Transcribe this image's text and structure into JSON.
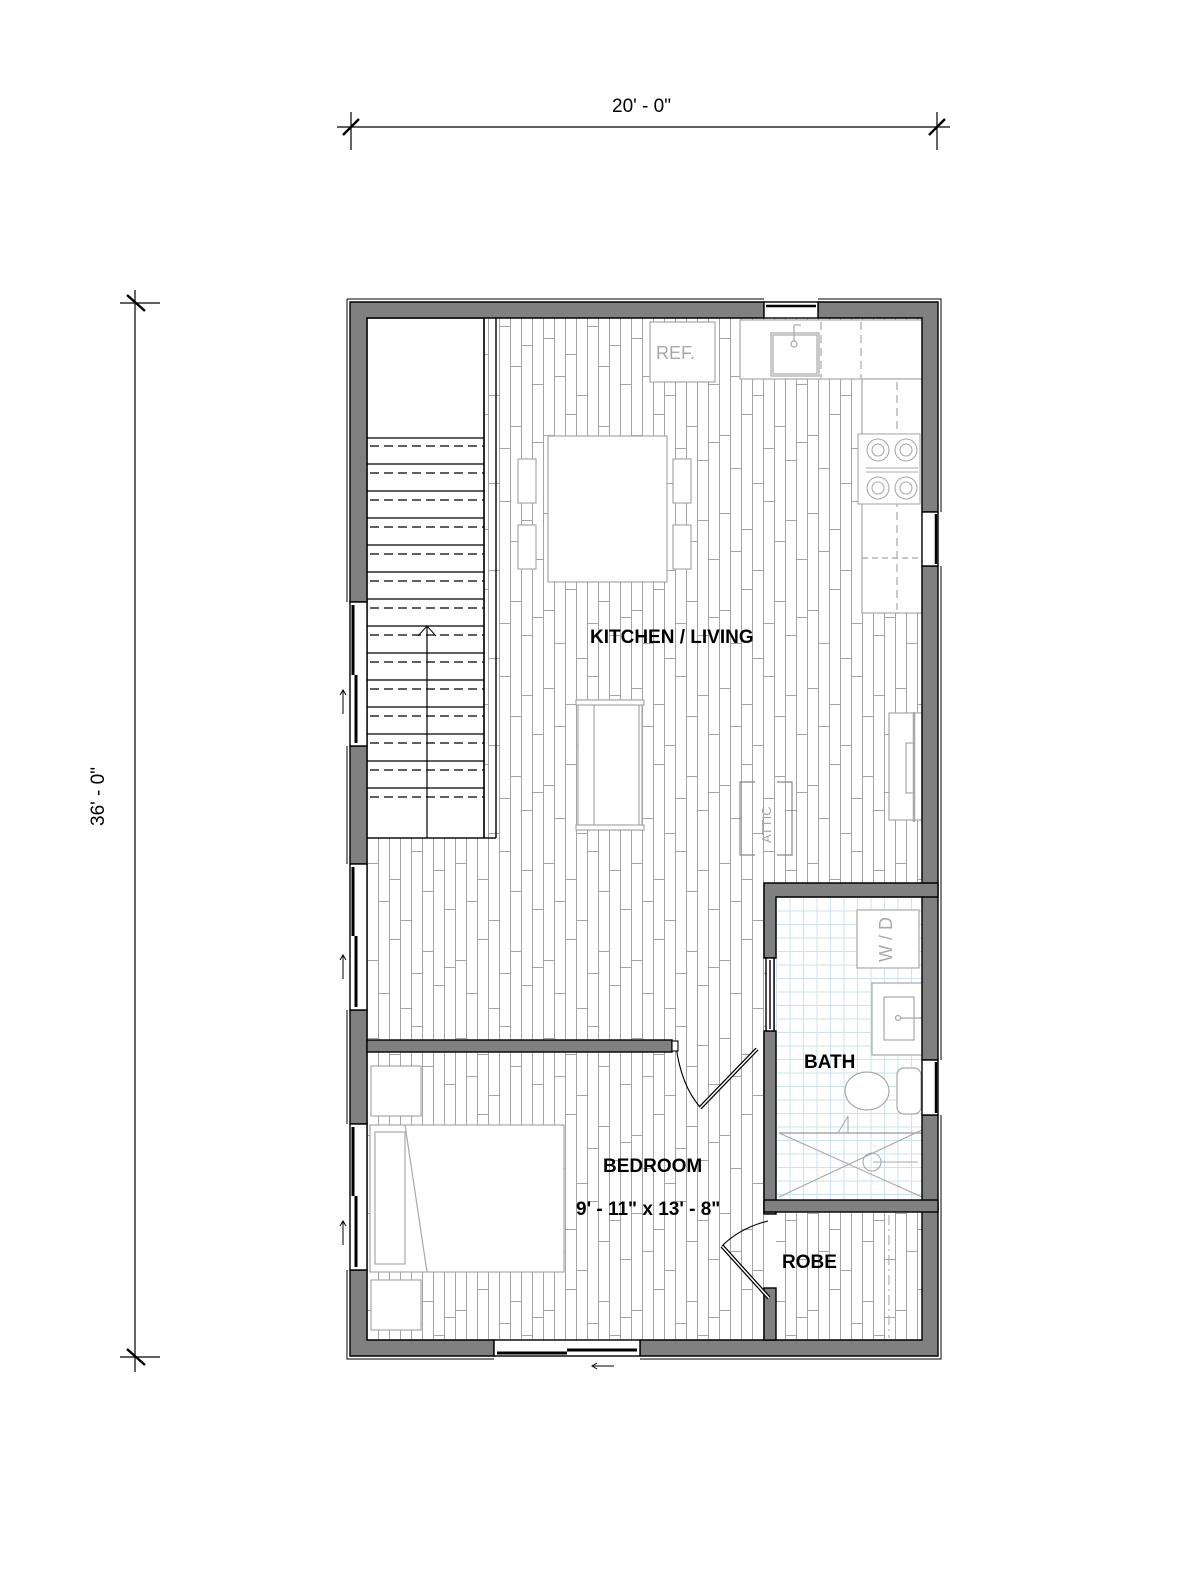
{
  "drawing": {
    "type": "floor plan",
    "dimensions": {
      "width": "20' - 0\"",
      "depth": "36' - 0\""
    },
    "rooms": [
      {
        "id": "kitchen_living",
        "label": "KITCHEN / LIVING"
      },
      {
        "id": "bath",
        "label": "BATH"
      },
      {
        "id": "bedroom",
        "label": "BEDROOM",
        "size": "9' - 11\" x 13' - 8\""
      },
      {
        "id": "robe",
        "label": "ROBE"
      }
    ],
    "fixtures": {
      "refrigerator": "REF.",
      "washer_dryer": "W / D",
      "attic_hatch": "ATTIC"
    },
    "elements": [
      "stair",
      "dining table with chairs",
      "sink",
      "range cooktop",
      "sofa",
      "tv unit",
      "bed",
      "nightstands",
      "toilet",
      "vanity",
      "shower"
    ],
    "colors": {
      "wall_fill": "#808080",
      "wall_line": "#000000",
      "floor_line": "#a0a0a0",
      "tile_line": "#c8dfe6",
      "fixture_line": "#a8a8a8"
    }
  }
}
